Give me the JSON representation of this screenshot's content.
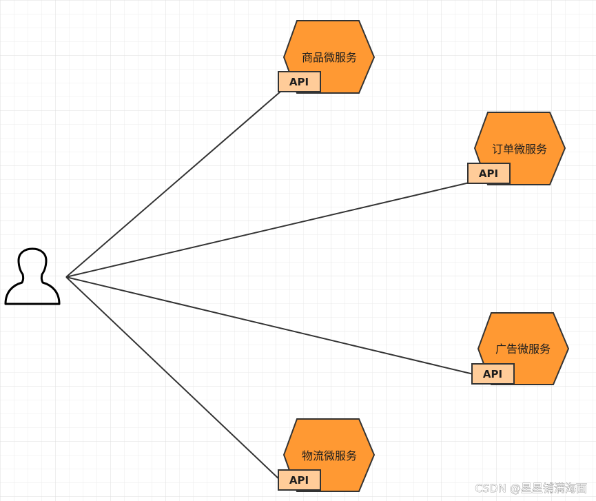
{
  "diagram": {
    "services": [
      {
        "name": "商品微服务",
        "api_label": "API"
      },
      {
        "name": "订单微服务",
        "api_label": "API"
      },
      {
        "name": "广告微服务",
        "api_label": "API"
      },
      {
        "name": "物流微服务",
        "api_label": "API"
      }
    ],
    "colors": {
      "hexagon_fill": "#FF9933",
      "api_fill": "#FFCC99",
      "stroke": "#333333",
      "grid": "#E6E6E6"
    },
    "icons": {
      "user": "user-icon"
    }
  },
  "watermark": "CSDN @星星铺满海面"
}
